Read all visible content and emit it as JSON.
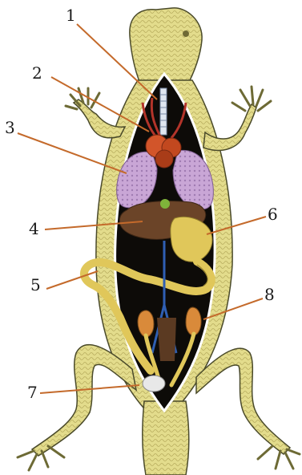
{
  "figure": {
    "labels": [
      {
        "id": "1",
        "text": "1"
      },
      {
        "id": "2",
        "text": "2"
      },
      {
        "id": "3",
        "text": "3"
      },
      {
        "id": "4",
        "text": "4"
      },
      {
        "id": "5",
        "text": "5"
      },
      {
        "id": "6",
        "text": "6"
      },
      {
        "id": "7",
        "text": "7"
      },
      {
        "id": "8",
        "text": "8"
      }
    ]
  },
  "colors": {
    "skin": "#e3dc8c",
    "skin_dark": "#b8ad5e",
    "cavity": "#0d0b08",
    "lung": "#c9a6d6",
    "heart": "#d2552a",
    "liver": "#6b4428",
    "intestine": "#e0c75a",
    "kidney": "#d98a3a",
    "vessel": "#2f5fb3",
    "leader": "#c46a2b"
  }
}
